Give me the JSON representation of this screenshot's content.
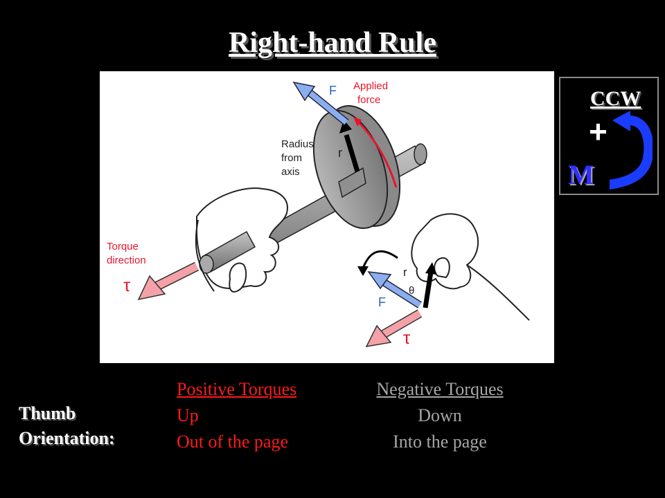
{
  "title": "Right-hand Rule",
  "figure": {
    "applied_force_label": "Applied\nforce",
    "applied_force_line1": "Applied",
    "applied_force_line2": "force",
    "force_symbol": "F",
    "radius_line1": "Radius",
    "radius_line2": "from",
    "radius_line3": "axis",
    "r_symbol": "r",
    "torque_line1": "Torque",
    "torque_line2": "direction",
    "tau_symbol": "τ",
    "theta_symbol": "θ"
  },
  "sign_convention": {
    "direction": "CCW",
    "sign": "+",
    "moment_symbol": "M",
    "arrow_color": "#1a3cff"
  },
  "thumb_orientation": {
    "label_line1": "Thumb",
    "label_line2": "Orientation:"
  },
  "positive": {
    "heading": "Positive Torques",
    "line1": "Up",
    "line2": "Out of the page",
    "color": "#ff1a1a"
  },
  "negative": {
    "heading": "Negative Torques",
    "line1": "Down",
    "line2": "Into the page",
    "color": "#a6a6a6"
  }
}
